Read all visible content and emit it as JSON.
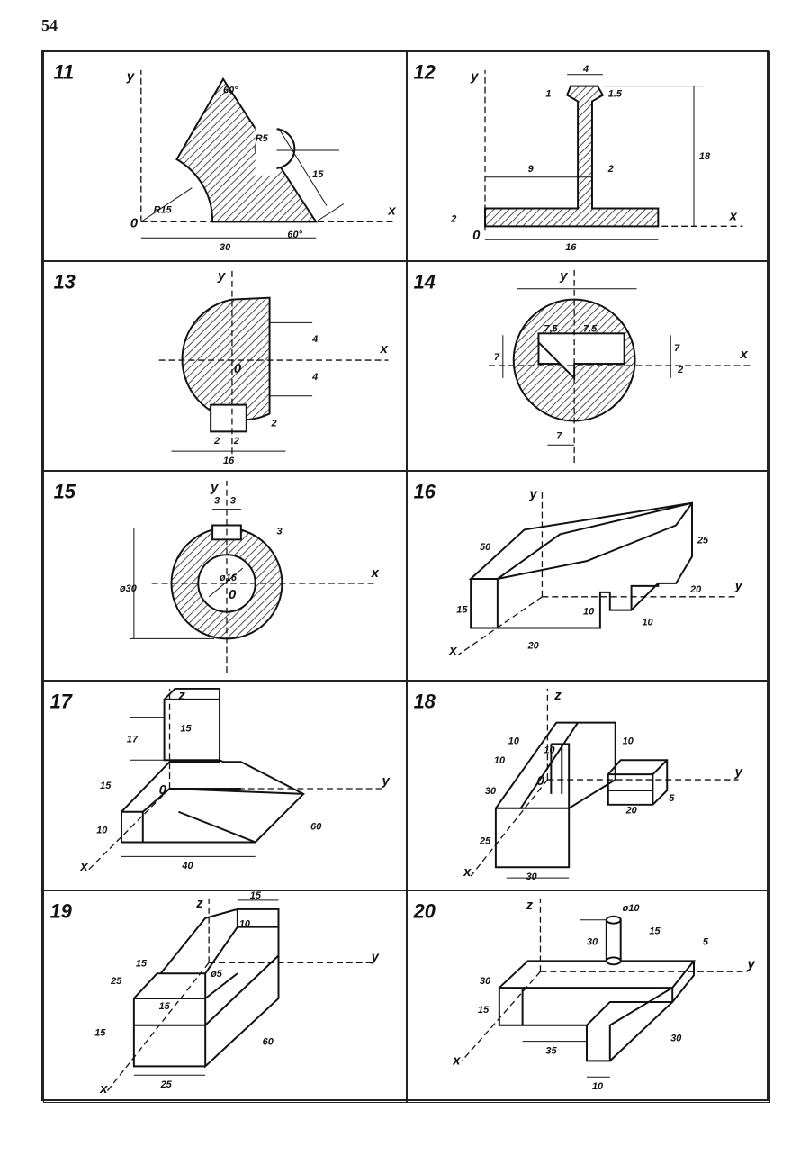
{
  "page": {
    "number": "54"
  },
  "problems": [
    {
      "id": "11",
      "axes": [
        "y",
        "x",
        "0"
      ],
      "dims": [
        "60°",
        "R15",
        "R5",
        "15",
        "30",
        "60°"
      ]
    },
    {
      "id": "12",
      "axes": [
        "y",
        "x",
        "0"
      ],
      "dims": [
        "4",
        "1",
        "1.5",
        "18",
        "9",
        "2",
        "2",
        "16"
      ]
    },
    {
      "id": "13",
      "axes": [
        "y",
        "x",
        "0"
      ],
      "dims": [
        "4",
        "4",
        "2",
        "2",
        "2",
        "16"
      ]
    },
    {
      "id": "14",
      "axes": [
        "y",
        "x"
      ],
      "dims": [
        "7.5",
        "7.5",
        "7",
        "7",
        "2",
        "7"
      ]
    },
    {
      "id": "15",
      "axes": [
        "y",
        "x",
        "0"
      ],
      "dims": [
        "3",
        "3",
        "3",
        "ø30",
        "ø16"
      ]
    },
    {
      "id": "16",
      "axes": [
        "y",
        "y",
        "x"
      ],
      "dims": [
        "50",
        "15",
        "10",
        "20",
        "25",
        "20",
        "10"
      ]
    },
    {
      "id": "17",
      "axes": [
        "z",
        "y",
        "x",
        "0"
      ],
      "dims": [
        "17",
        "15",
        "15",
        "10",
        "40",
        "60"
      ]
    },
    {
      "id": "18",
      "axes": [
        "z",
        "y",
        "x",
        "0"
      ],
      "dims": [
        "10",
        "10",
        "10",
        "30",
        "25",
        "30",
        "10",
        "20",
        "5"
      ]
    },
    {
      "id": "19",
      "axes": [
        "z",
        "y",
        "x"
      ],
      "dims": [
        "15",
        "10",
        "ø5",
        "15",
        "25",
        "15",
        "15",
        "25",
        "60"
      ]
    },
    {
      "id": "20",
      "axes": [
        "z",
        "y",
        "x"
      ],
      "dims": [
        "ø10",
        "30",
        "15",
        "5",
        "30",
        "15",
        "35",
        "10",
        "30"
      ]
    }
  ]
}
